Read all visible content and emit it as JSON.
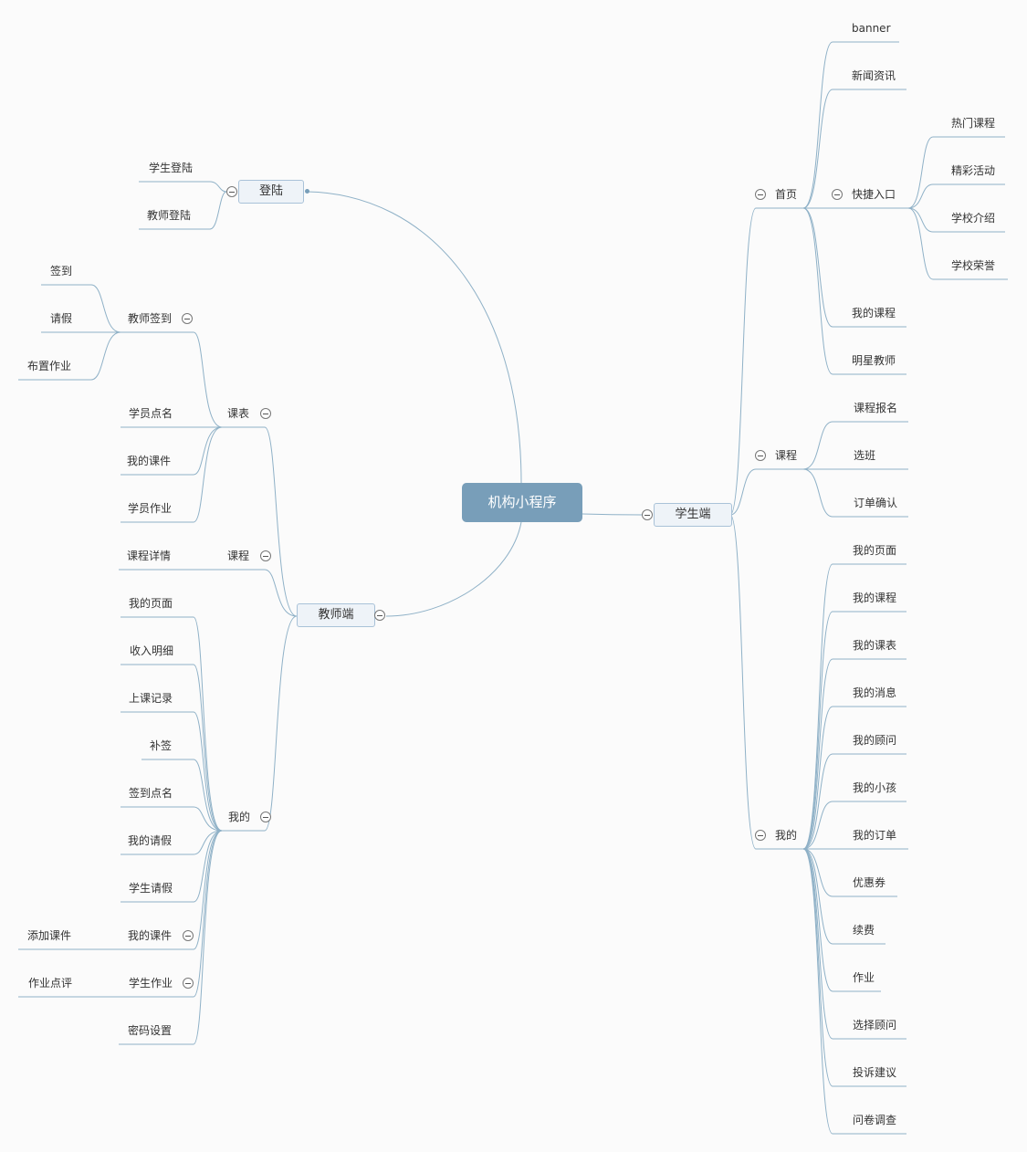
{
  "root": "机构小程序",
  "login": {
    "label": "登陆",
    "children": [
      "学生登陆",
      "教师登陆"
    ]
  },
  "teacher": {
    "label": "教师端",
    "timetable": {
      "label": "课表",
      "signin": {
        "label": "教师签到",
        "children": [
          "签到",
          "请假",
          "布置作业"
        ]
      },
      "items": [
        "学员点名",
        "我的课件",
        "学员作业"
      ]
    },
    "course": {
      "label": "课程",
      "items": [
        "课程详情"
      ]
    },
    "mine": {
      "label": "我的",
      "items": [
        "我的页面",
        "收入明细",
        "上课记录",
        "补签",
        "签到点名",
        "我的请假",
        "学生请假",
        "我的课件",
        "学生作业",
        "密码设置"
      ],
      "courseware_child": "添加课件",
      "homework_child": "作业点评"
    }
  },
  "student": {
    "label": "学生端",
    "home": {
      "label": "首页",
      "items": [
        "banner",
        "新闻资讯",
        "快捷入口",
        "我的课程",
        "明星教师"
      ],
      "shortcut": [
        "热门课程",
        "精彩活动",
        "学校介绍",
        "学校荣誉"
      ]
    },
    "course": {
      "label": "课程",
      "items": [
        "课程报名",
        "选班",
        "订单确认"
      ]
    },
    "mine": {
      "label": "我的",
      "items": [
        "我的页面",
        "我的课程",
        "我的课表",
        "我的消息",
        "我的顾问",
        "我的小孩",
        "我的订单",
        "优惠券",
        "续费",
        "作业",
        "选择顾问",
        "投诉建议",
        "问卷调查"
      ]
    }
  },
  "colors": {
    "line": "#8fb1c7",
    "root": "#789eb9",
    "box_bg": "#eef3f8",
    "box_border": "#a9c2d8"
  }
}
